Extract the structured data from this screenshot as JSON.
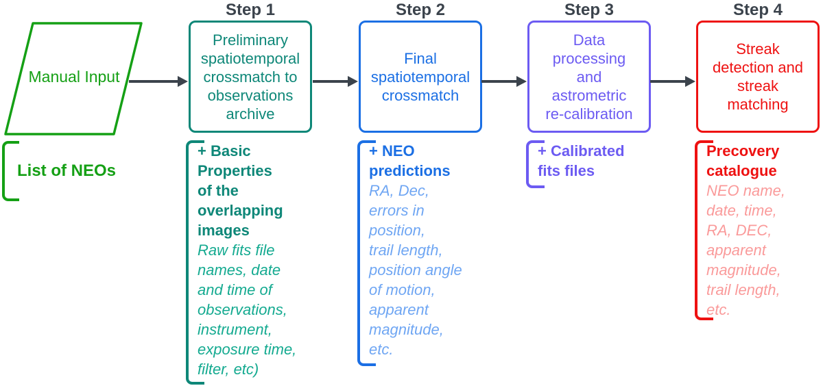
{
  "diagram": {
    "text_color": "#3B434C",
    "input": {
      "shape_label": "Manual Input",
      "list_label": "List of NEOs",
      "color": "#15A015"
    },
    "steps": [
      {
        "title": "Step 1",
        "box_text": "Preliminary\nspatiotemporal\ncrossmatch to\nobservations\narchive",
        "note_title": "+ Basic\nProperties\nof the\noverlapping\nimages",
        "note_detail": "Raw fits file\nnames, date\nand time of\nobservations,\ninstrument,\nexposure time,\nfilter, etc)",
        "accent": "#0E8778",
        "detail_color": "#14AA90"
      },
      {
        "title": "Step 2",
        "box_text": "Final\nspatiotemporal\ncrossmatch",
        "note_title": "+ NEO\npredictions",
        "note_detail": "RA, Dec,\nerrors in\nposition,\ntrail length,\nposition angle\nof motion,\napparent\nmagnitude,\netc.",
        "accent": "#1B6FE4",
        "detail_color": "#6FA6F3"
      },
      {
        "title": "Step 3",
        "box_text": "Data\nprocessing\nand\nastrometric\nre-calibration",
        "note_title": "+ Calibrated\nfits files",
        "note_detail": "",
        "accent": "#6C5BF2",
        "detail_color": "#6C5BF2"
      },
      {
        "title": "Step 4",
        "box_text": "Streak\ndetection and\nstreak\nmatching",
        "note_title": "Precovery\ncatalogue",
        "note_detail": "NEO name,\ndate, time,\nRA, DEC,\napparent\nmagnitude,\ntrail length,\netc.",
        "accent": "#EE1111",
        "detail_color": "#FA9A9A"
      }
    ]
  }
}
